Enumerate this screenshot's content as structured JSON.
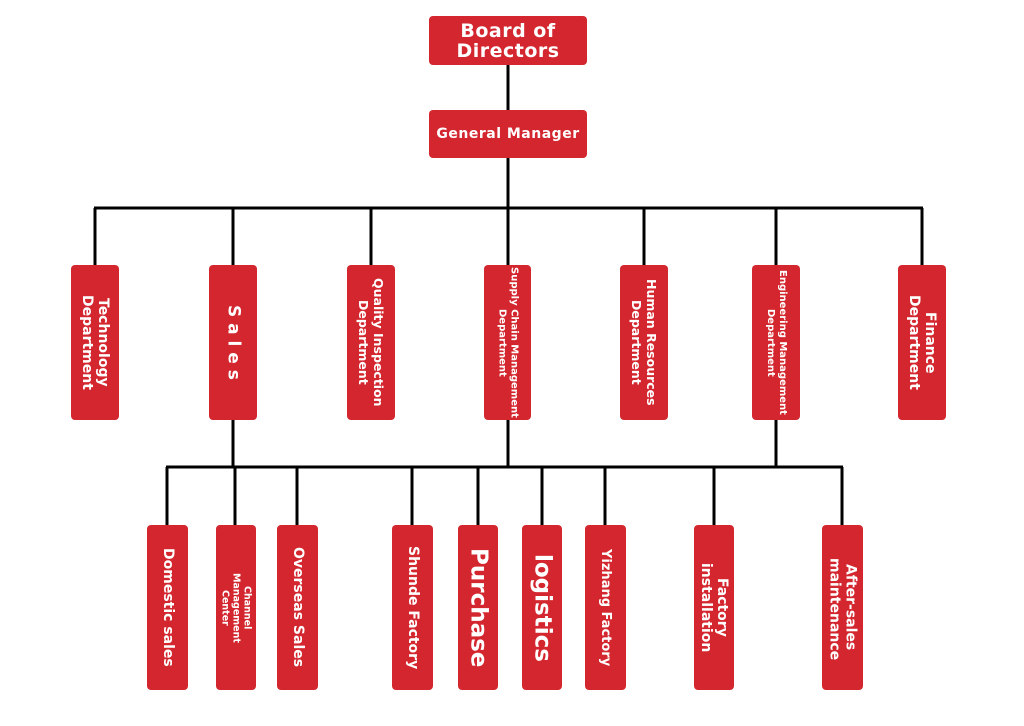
{
  "colors": {
    "box": "#d3262e",
    "line": "#000000",
    "text": "#ffffff"
  },
  "top": {
    "board": "Board of Directors",
    "general_manager": "General Manager"
  },
  "departments": [
    {
      "label": "Technology Department"
    },
    {
      "label": "S a l e s"
    },
    {
      "label": "Quality Inspection Department"
    },
    {
      "label": "Supply Chain Management Department"
    },
    {
      "label": "Human Resources Department"
    },
    {
      "label": "Engineering Management Department"
    },
    {
      "label": "Finance Department"
    }
  ],
  "units": [
    {
      "label": "Domestic sales"
    },
    {
      "label": "Channel Management Center"
    },
    {
      "label": "Overseas Sales"
    },
    {
      "label": "Shunde Factory"
    },
    {
      "label": "Purchase"
    },
    {
      "label": "logistics"
    },
    {
      "label": "Yizhang Factory"
    },
    {
      "label": "Factory installation"
    },
    {
      "label": "After-sales maintenance"
    }
  ]
}
